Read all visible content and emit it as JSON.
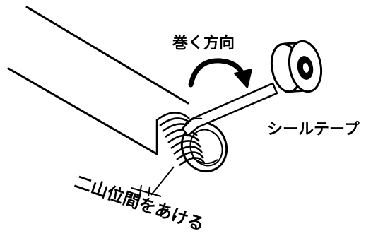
{
  "labels": {
    "direction": "巻く方向",
    "tape": "シールテープ",
    "gap": "二山位間をあける"
  },
  "colors": {
    "ink": "#000000",
    "paper": "#ffffff"
  },
  "icons": {
    "arrow": "curved-arrow-icon"
  }
}
